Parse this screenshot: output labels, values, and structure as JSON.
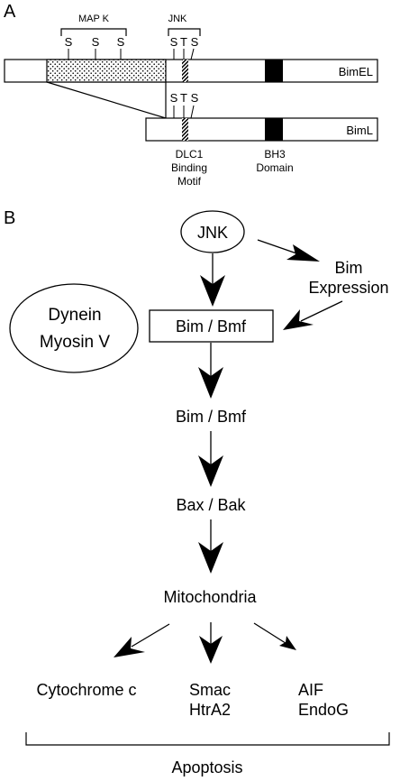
{
  "panel_a": {
    "label": "A",
    "map_k": "MAP K",
    "jnk": "JNK",
    "s": "S",
    "t": "T",
    "bim_el": "BimEL",
    "bim_l": "BimL",
    "dlc1": [
      "DLC1",
      "Binding",
      "Motif"
    ],
    "bh3": [
      "BH3",
      "Domain"
    ]
  },
  "panel_b": {
    "label": "B",
    "jnk": "JNK",
    "bim_expression": [
      "Bim",
      "Expression"
    ],
    "dynein": "Dynein",
    "myosin": "Myosin V",
    "bim_bmf_box": "Bim / Bmf",
    "bim_bmf": "Bim / Bmf",
    "bax_bak": "Bax / Bak",
    "mitochondria": "Mitochondria",
    "cytochrome": "Cytochrome c",
    "smac": [
      "Smac",
      "HtrA2"
    ],
    "aif": [
      "AIF",
      "EndoG"
    ],
    "apoptosis": "Apoptosis"
  }
}
